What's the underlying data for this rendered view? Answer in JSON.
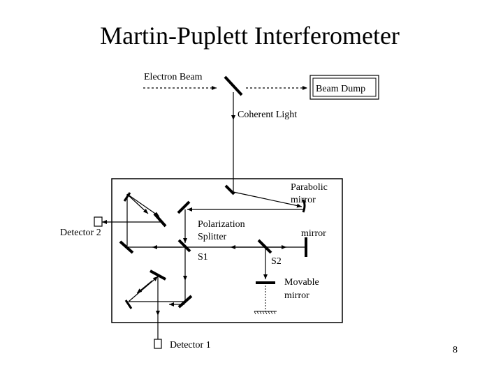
{
  "slide": {
    "title": "Martin-Puplett Interferometer",
    "page_number": "8"
  },
  "diagram": {
    "labels": {
      "electron_beam": "Electron Beam",
      "beam_dump": "Beam Dump",
      "coherent_light": "Coherent Light",
      "parabolic_mirror_line1": "Parabolic",
      "parabolic_mirror_line2": "mirror",
      "polarization_splitter_line1": "Polarization",
      "polarization_splitter_line2": "Splitter",
      "detector_2": "Detector 2",
      "detector_1": "Detector 1",
      "s1": "S1",
      "s2": "S2",
      "mirror": "mirror",
      "movable_mirror_line1": "Movable",
      "movable_mirror_line2": "mirror"
    }
  }
}
